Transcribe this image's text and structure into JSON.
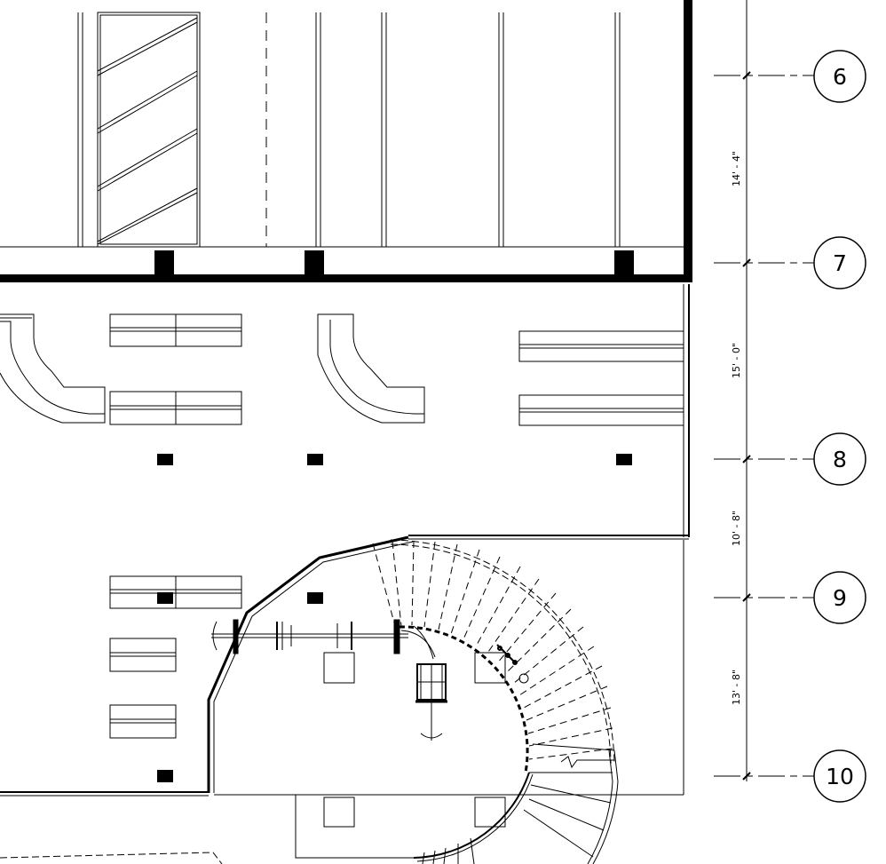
{
  "grid_lines": [
    {
      "id": "line-6",
      "label": "6"
    },
    {
      "id": "line-7",
      "label": "7"
    },
    {
      "id": "line-8",
      "label": "8"
    },
    {
      "id": "line-9",
      "label": "9"
    },
    {
      "id": "line-10",
      "label": "10"
    }
  ],
  "dimensions": [
    {
      "id": "dim-6-7",
      "label": "14' - 4\""
    },
    {
      "id": "dim-7-8",
      "label": "15' - 0\""
    },
    {
      "id": "dim-8-9",
      "label": "10' - 8\""
    },
    {
      "id": "dim-9-10",
      "label": "13' - 8\""
    }
  ],
  "colors": {
    "ink": "#000000",
    "paper": "#ffffff",
    "faint": "#555555"
  }
}
